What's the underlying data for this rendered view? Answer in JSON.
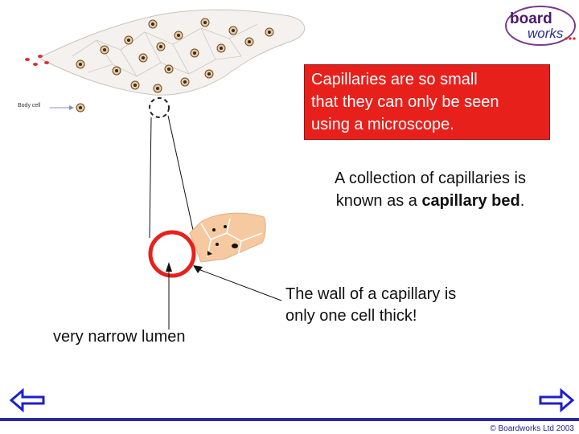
{
  "logo": {
    "word_top": "board",
    "word_bottom": "works"
  },
  "labels": {
    "body_cell": "Body cell",
    "lumen": "very narrow lumen"
  },
  "callout": {
    "line1": "Capillaries are so small",
    "line2": "that they can only be seen",
    "line3": "using a microscope."
  },
  "capillary_bed": {
    "prefix": "A collection of capillaries is",
    "line2_prefix": "known as a ",
    "bold": "capillary bed",
    "suffix": "."
  },
  "wall_note": {
    "line1": "The wall of a capillary is",
    "line2": "only one cell thick!"
  },
  "footer": {
    "copyright": "© Boardworks Ltd 2003"
  },
  "colors": {
    "callout_bg": "#e8201c",
    "capillary_ring": "#e8201c",
    "tissue": "#f6c9a0",
    "nav_arrow": "#1e1ed0",
    "footer_bar": "#2a2aa0"
  },
  "icons": {
    "back": "left-arrow-icon",
    "forward": "right-arrow-icon"
  }
}
